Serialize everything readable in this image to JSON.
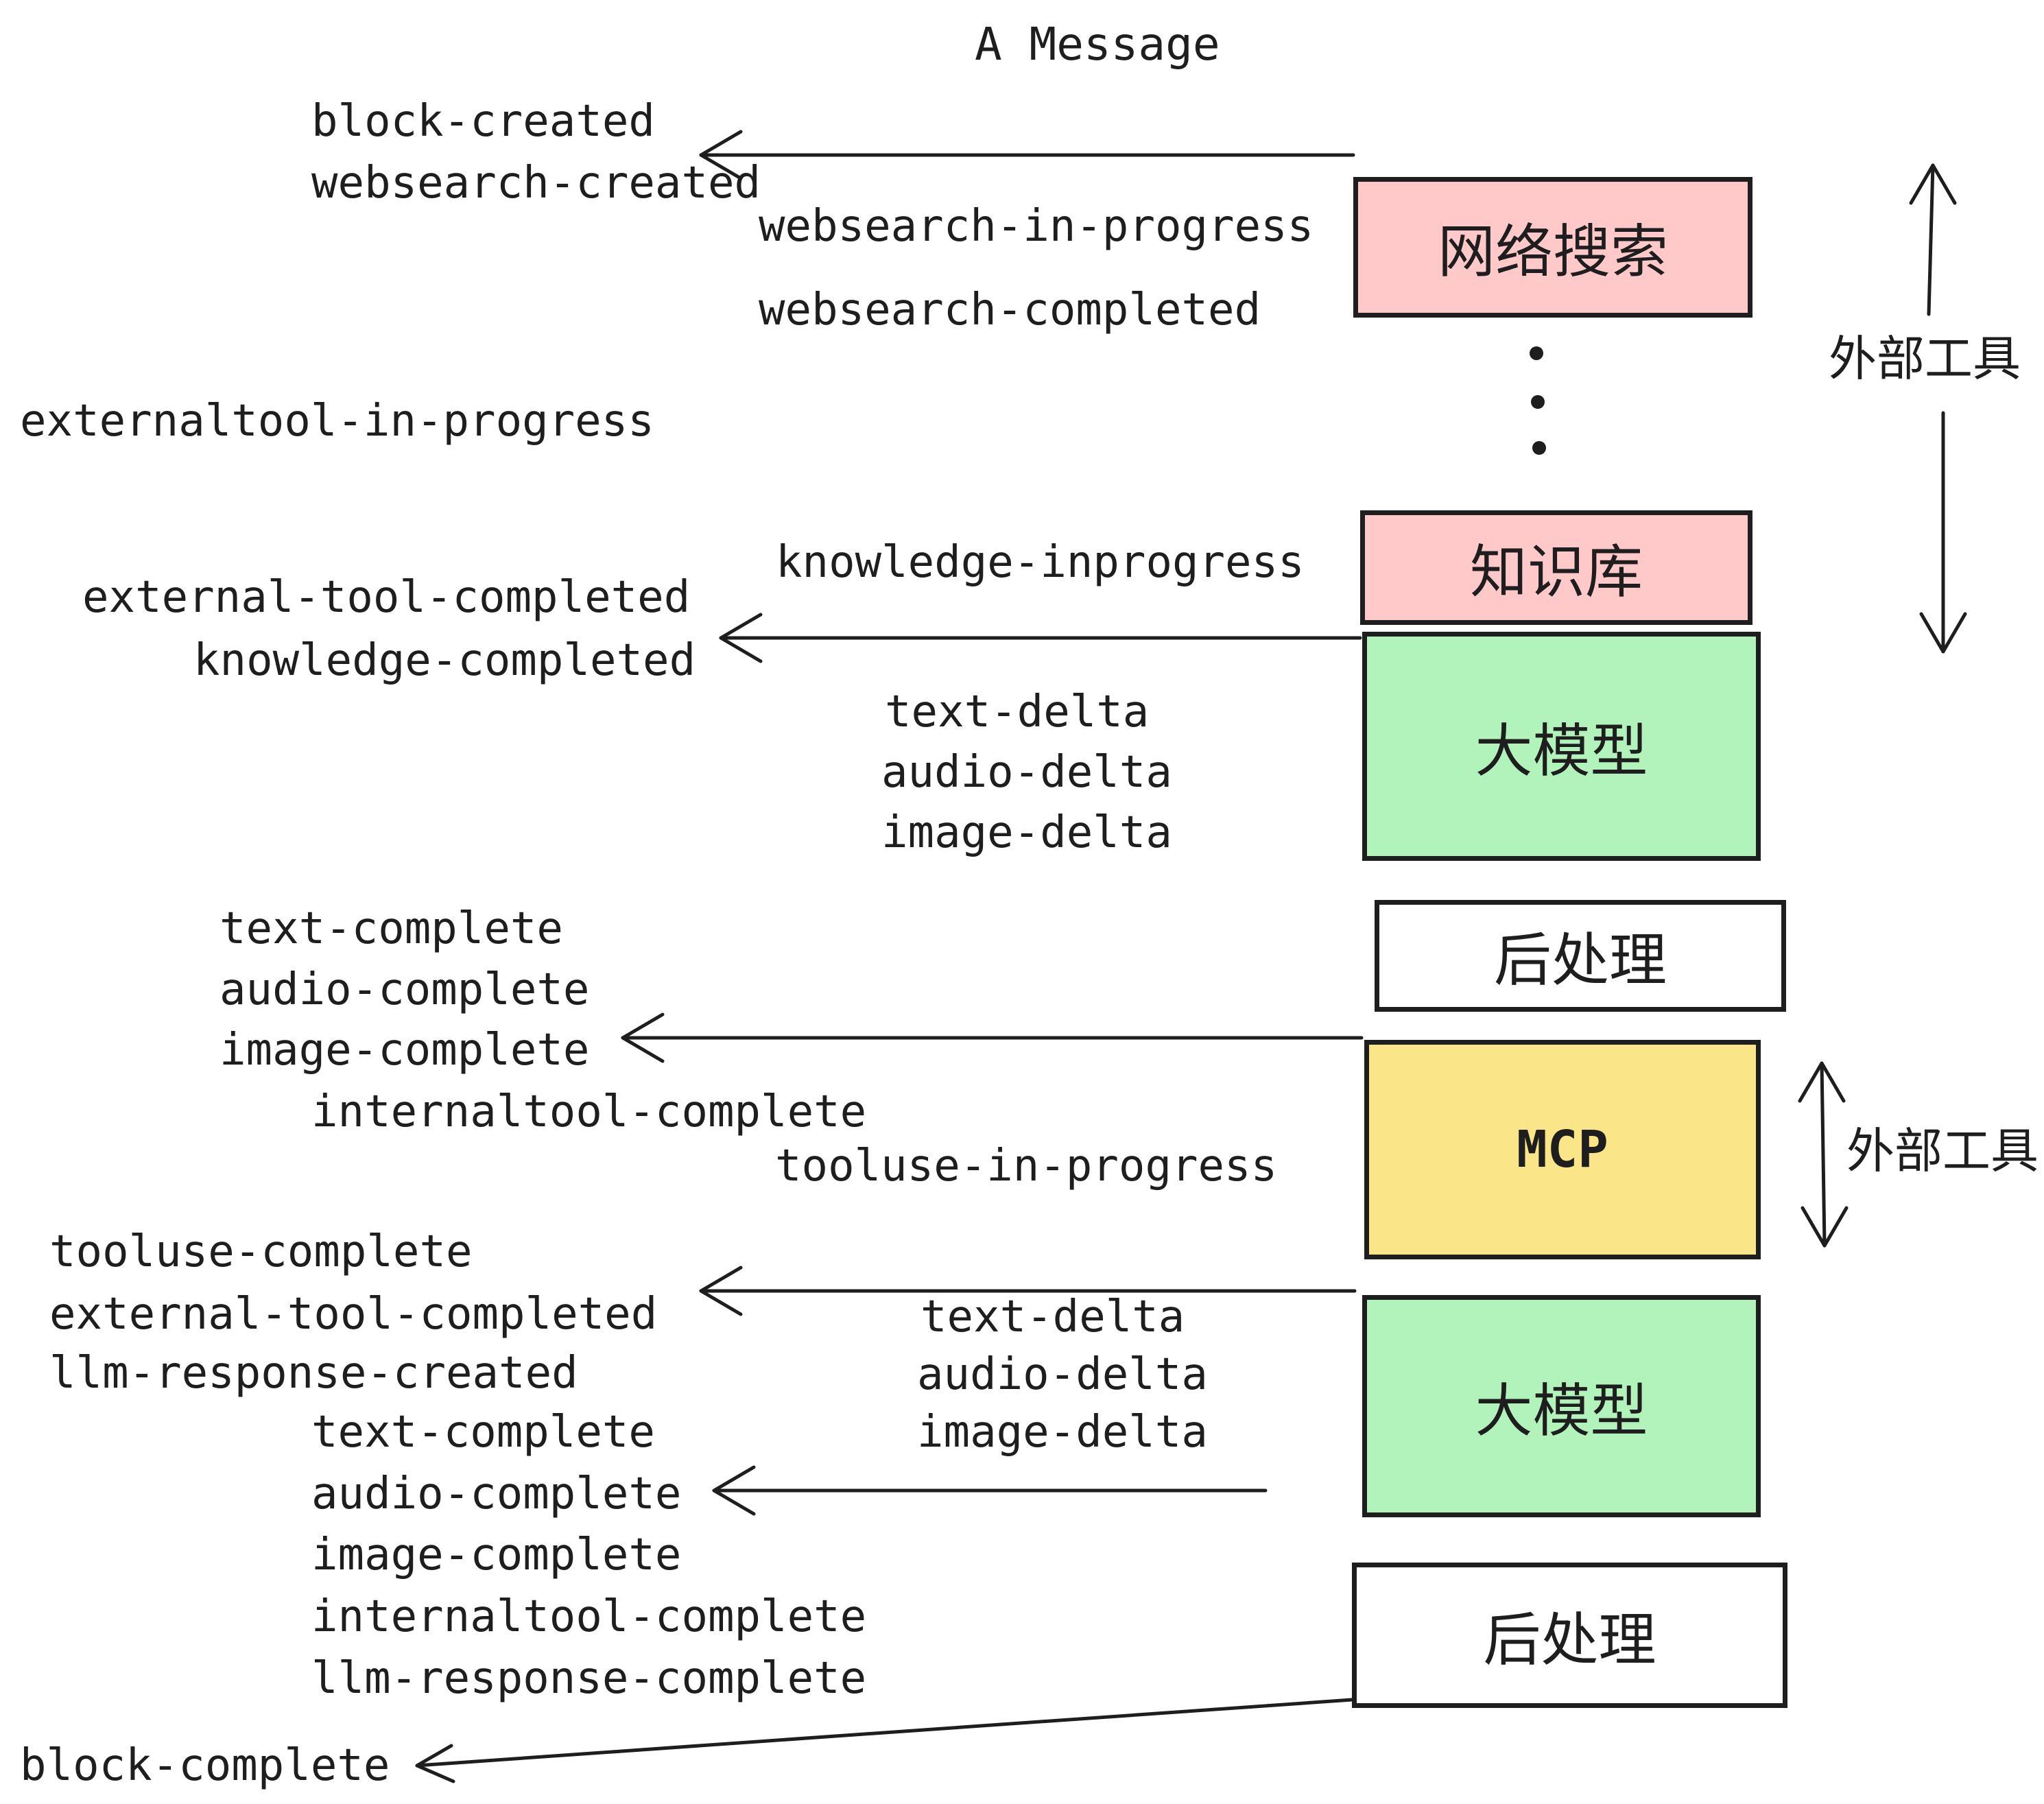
{
  "title": "A Message",
  "events": [
    {
      "label": "block-created"
    },
    {
      "label": "websearch-created"
    },
    {
      "label": "websearch-in-progress"
    },
    {
      "label": "websearch-completed"
    },
    {
      "label": "externaltool-in-progress"
    },
    {
      "label": "external-tool-completed"
    },
    {
      "label": "knowledge-completed"
    },
    {
      "label": "knowledge-inprogress"
    },
    {
      "label": "text-delta"
    },
    {
      "label": "audio-delta"
    },
    {
      "label": "image-delta"
    },
    {
      "label": "text-complete"
    },
    {
      "label": "audio-complete"
    },
    {
      "label": "image-complete"
    },
    {
      "label": "internaltool-complete"
    },
    {
      "label": "tooluse-in-progress"
    },
    {
      "label": "tooluse-complete"
    },
    {
      "label": "external-tool-completed"
    },
    {
      "label": "llm-response-created"
    },
    {
      "label": "text-complete"
    },
    {
      "label": "audio-complete"
    },
    {
      "label": "image-complete"
    },
    {
      "label": "internaltool-complete"
    },
    {
      "label": "llm-response-complete"
    },
    {
      "label": "block-complete"
    },
    {
      "label": "text-delta"
    },
    {
      "label": "audio-delta"
    },
    {
      "label": "image-delta"
    }
  ],
  "boxes": [
    {
      "label": "网络搜索",
      "color": "#FFC9C9"
    },
    {
      "label": "知识库",
      "color": "#FFC9C9"
    },
    {
      "label": "大模型",
      "color": "#B2F2BB"
    },
    {
      "label": "后处理",
      "color": "#FFFFFF"
    },
    {
      "label": "MCP",
      "color": "#FAE588"
    },
    {
      "label": "大模型",
      "color": "#B2F2BB"
    },
    {
      "label": "后处理",
      "color": "#FFFFFF"
    }
  ],
  "side_labels": [
    {
      "label": "外部工具"
    },
    {
      "label": "外部工具"
    }
  ],
  "colors": {
    "ink": "#1E1E1E",
    "pink": "#FFC9C9",
    "green": "#B2F2BB",
    "yellow": "#FAE588",
    "white": "#FFFFFF",
    "background": "#FFFFFF"
  }
}
